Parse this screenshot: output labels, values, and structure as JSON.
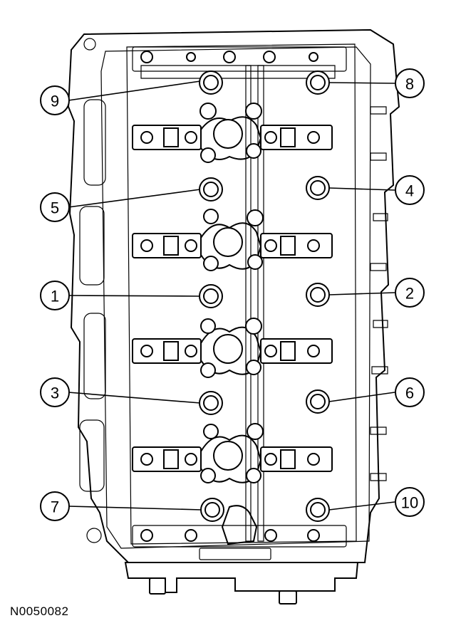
{
  "figure_id": "N0050082",
  "callouts": [
    {
      "label": "9"
    },
    {
      "label": "8"
    },
    {
      "label": "5"
    },
    {
      "label": "4"
    },
    {
      "label": "1"
    },
    {
      "label": "2"
    },
    {
      "label": "3"
    },
    {
      "label": "6"
    },
    {
      "label": "7"
    },
    {
      "label": "10"
    }
  ],
  "colors": {
    "ink": "#000000",
    "background": "#ffffff"
  }
}
